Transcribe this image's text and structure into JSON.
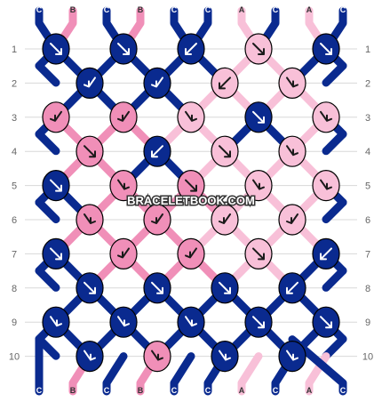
{
  "watermark": "BRACELETBOOK.COM",
  "colors": {
    "C": "#0a2a8f",
    "B": "#f08fb8",
    "A": "#f8c0d8"
  },
  "strands": [
    "C",
    "B",
    "C",
    "B",
    "C",
    "C",
    "A",
    "C",
    "A",
    "C"
  ],
  "row_labels": [
    "1",
    "2",
    "3",
    "4",
    "5",
    "6",
    "7",
    "8",
    "9",
    "10"
  ],
  "knots": [
    [
      {
        "c": "C",
        "d": "fwd"
      },
      {
        "c": "C",
        "d": "fwd"
      },
      {
        "c": "C",
        "d": "bwd"
      },
      {
        "c": "A",
        "d": "fwd"
      },
      {
        "c": "C",
        "d": "fwd"
      }
    ],
    [
      {
        "c": "C",
        "d": "bf"
      },
      {
        "c": "C",
        "d": "bf"
      },
      {
        "c": "A",
        "d": "bwd"
      },
      {
        "c": "A",
        "d": "fb"
      }
    ],
    [
      {
        "c": "B",
        "d": "bf"
      },
      {
        "c": "B",
        "d": "bf"
      },
      {
        "c": "A",
        "d": "fb"
      },
      {
        "c": "C",
        "d": "fwd"
      },
      {
        "c": "A",
        "d": "fb"
      }
    ],
    [
      {
        "c": "B",
        "d": "fwd"
      },
      {
        "c": "C",
        "d": "bwd"
      },
      {
        "c": "A",
        "d": "fwd"
      },
      {
        "c": "A",
        "d": "fb"
      }
    ],
    [
      {
        "c": "C",
        "d": "fwd"
      },
      {
        "c": "B",
        "d": "fb"
      },
      {
        "c": "B",
        "d": "fwd"
      },
      {
        "c": "A",
        "d": "fb"
      },
      {
        "c": "A",
        "d": "fb"
      }
    ],
    [
      {
        "c": "B",
        "d": "fb"
      },
      {
        "c": "B",
        "d": "bf"
      },
      {
        "c": "A",
        "d": "bf"
      },
      {
        "c": "A",
        "d": "bf"
      }
    ],
    [
      {
        "c": "C",
        "d": "fwd"
      },
      {
        "c": "B",
        "d": "bf"
      },
      {
        "c": "B",
        "d": "bf"
      },
      {
        "c": "A",
        "d": "fwd"
      },
      {
        "c": "C",
        "d": "bwd"
      }
    ],
    [
      {
        "c": "C",
        "d": "fwd"
      },
      {
        "c": "C",
        "d": "fwd"
      },
      {
        "c": "C",
        "d": "fwd"
      },
      {
        "c": "C",
        "d": "bwd"
      }
    ],
    [
      {
        "c": "C",
        "d": "fb"
      },
      {
        "c": "C",
        "d": "fb"
      },
      {
        "c": "C",
        "d": "fb"
      },
      {
        "c": "C",
        "d": "fwd"
      },
      {
        "c": "C",
        "d": "fwd"
      }
    ],
    [
      {
        "c": "C",
        "d": "fb"
      },
      {
        "c": "B",
        "d": "fb"
      },
      {
        "c": "C",
        "d": "fb"
      },
      {
        "c": "C",
        "d": "fb"
      }
    ]
  ]
}
